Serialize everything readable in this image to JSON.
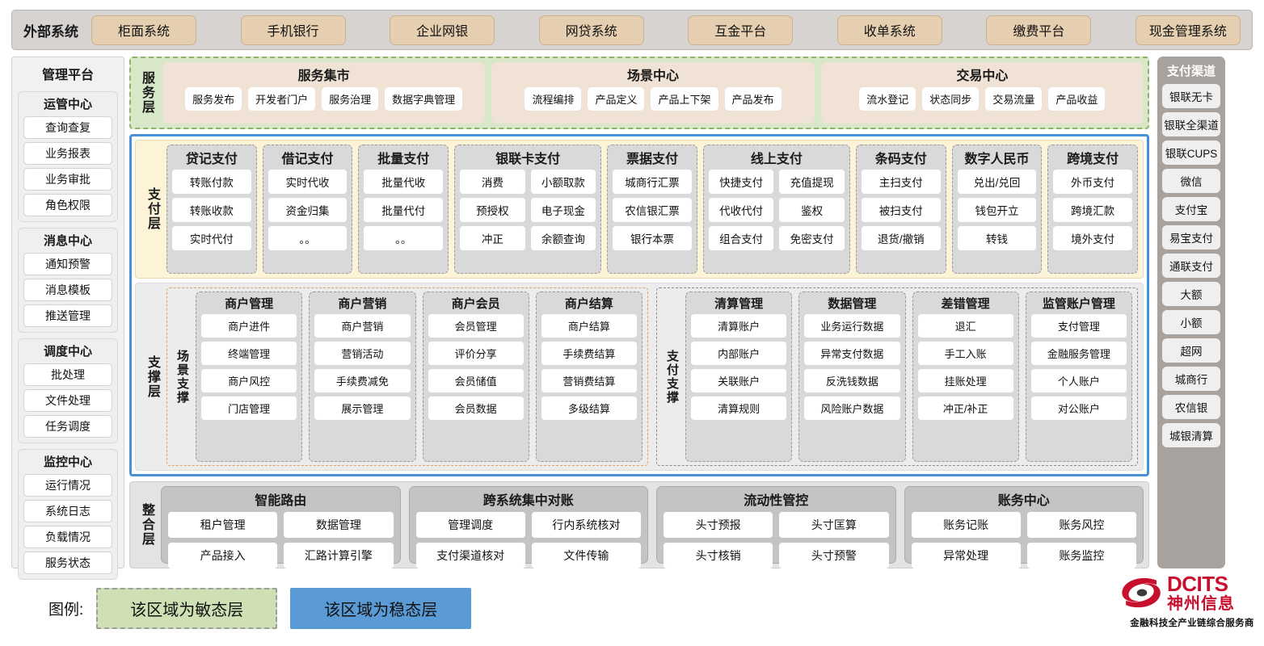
{
  "external": {
    "title": "外部系统",
    "items": [
      "柜面系统",
      "手机银行",
      "企业网银",
      "网贷系统",
      "互金平台",
      "收单系统",
      "缴费平台",
      "现金管理系统"
    ]
  },
  "management": {
    "title": "管理平台",
    "groups": [
      {
        "title": "运管中心",
        "items": [
          "查询查复",
          "业务报表",
          "业务审批",
          "角色权限"
        ]
      },
      {
        "title": "消息中心",
        "items": [
          "通知预警",
          "消息模板",
          "推送管理"
        ]
      },
      {
        "title": "调度中心",
        "items": [
          "批处理",
          "文件处理",
          "任务调度"
        ]
      },
      {
        "title": "监控中心",
        "items": [
          "运行情况",
          "系统日志",
          "负载情况",
          "服务状态"
        ]
      }
    ]
  },
  "service_layer": {
    "label": "服务层",
    "groups": [
      {
        "title": "服务集市",
        "items": [
          "服务发布",
          "开发者门户",
          "服务治理",
          "数据字典管理"
        ]
      },
      {
        "title": "场景中心",
        "items": [
          "流程编排",
          "产品定义",
          "产品上下架",
          "产品发布"
        ]
      },
      {
        "title": "交易中心",
        "items": [
          "流水登记",
          "状态同步",
          "交易流量",
          "产品收益"
        ]
      }
    ]
  },
  "payment_layer": {
    "label": "支付层",
    "columns": [
      {
        "title": "贷记支付",
        "width": 1,
        "rows": [
          [
            "转账付款"
          ],
          [
            "转账收款"
          ],
          [
            "实时代付"
          ]
        ]
      },
      {
        "title": "借记支付",
        "width": 1,
        "rows": [
          [
            "实时代收"
          ],
          [
            "资金归集"
          ],
          [
            "。。"
          ]
        ]
      },
      {
        "title": "批量支付",
        "width": 1,
        "rows": [
          [
            "批量代收"
          ],
          [
            "批量代付"
          ],
          [
            "。。"
          ]
        ]
      },
      {
        "title": "银联卡支付",
        "width": 2,
        "rows": [
          [
            "消费",
            "小额取款"
          ],
          [
            "预授权",
            "电子现金"
          ],
          [
            "冲正",
            "余额查询"
          ]
        ]
      },
      {
        "title": "票据支付",
        "width": 1,
        "rows": [
          [
            "城商行汇票"
          ],
          [
            "农信银汇票"
          ],
          [
            "银行本票"
          ]
        ]
      },
      {
        "title": "线上支付",
        "width": 2,
        "rows": [
          [
            "快捷支付",
            "充值提现"
          ],
          [
            "代收代付",
            "鉴权"
          ],
          [
            "组合支付",
            "免密支付"
          ]
        ]
      },
      {
        "title": "条码支付",
        "width": 1,
        "rows": [
          [
            "主扫支付"
          ],
          [
            "被扫支付"
          ],
          [
            "退货/撤销"
          ]
        ]
      },
      {
        "title": "数字人民币",
        "width": 1,
        "rows": [
          [
            "兑出/兑回"
          ],
          [
            "钱包开立"
          ],
          [
            "转钱"
          ]
        ]
      },
      {
        "title": "跨境支付",
        "width": 1,
        "rows": [
          [
            "外币支付"
          ],
          [
            "跨境汇款"
          ],
          [
            "境外支付"
          ]
        ]
      }
    ]
  },
  "support_layer": {
    "label": "支撑层",
    "scene": {
      "label": "场景支撑",
      "columns": [
        {
          "title": "商户管理",
          "items": [
            "商户进件",
            "终端管理",
            "商户风控",
            "门店管理"
          ]
        },
        {
          "title": "商户营销",
          "items": [
            "商户营销",
            "营销活动",
            "手续费减免",
            "展示管理"
          ]
        },
        {
          "title": "商户会员",
          "items": [
            "会员管理",
            "评价分享",
            "会员储值",
            "会员数据"
          ]
        },
        {
          "title": "商户结算",
          "items": [
            "商户结算",
            "手续费结算",
            "营销费结算",
            "多级结算"
          ]
        }
      ]
    },
    "paysup": {
      "label": "支付支撑",
      "columns": [
        {
          "title": "清算管理",
          "items": [
            "清算账户",
            "内部账户",
            "关联账户",
            "清算规则"
          ]
        },
        {
          "title": "数据管理",
          "items": [
            "业务运行数据",
            "异常支付数据",
            "反洗钱数据",
            "风险账户数据"
          ]
        },
        {
          "title": "差错管理",
          "items": [
            "退汇",
            "手工入账",
            "挂账处理",
            "冲正/补正"
          ]
        },
        {
          "title": "监管账户管理",
          "items": [
            "支付管理",
            "金融服务管理",
            "个人账户",
            "对公账户"
          ]
        }
      ]
    }
  },
  "integration_layer": {
    "label": "整合层",
    "cards": [
      {
        "title": "智能路由",
        "rows": [
          [
            "租户管理",
            "数据管理"
          ],
          [
            "产品接入",
            "汇路计算引擎"
          ]
        ]
      },
      {
        "title": "跨系统集中对账",
        "rows": [
          [
            "管理调度",
            "行内系统核对"
          ],
          [
            "支付渠道核对",
            "文件传输"
          ]
        ]
      },
      {
        "title": "流动性管控",
        "rows": [
          [
            "头寸预报",
            "头寸匡算"
          ],
          [
            "头寸核销",
            "头寸预警"
          ]
        ]
      },
      {
        "title": "账务中心",
        "rows": [
          [
            "账务记账",
            "账务风控"
          ],
          [
            "异常处理",
            "账务监控"
          ]
        ]
      }
    ]
  },
  "channels": {
    "title": "支付渠道",
    "items": [
      "银联无卡",
      "银联全渠道",
      "银联CUPS",
      "微信",
      "支付宝",
      "易宝支付",
      "通联支付",
      "大额",
      "小额",
      "超网",
      "城商行",
      "农信银",
      "城银清算"
    ]
  },
  "legend": {
    "label": "图例:",
    "agile": "该区域为敏态层",
    "stable": "该区域为稳态层",
    "agile_color": "#cfe0b4",
    "stable_color": "#5b9bd5"
  },
  "logo": {
    "en": "DCITS",
    "cn": "神州信息",
    "tagline": "金融科技全产业链综合服务商",
    "brand_color": "#c8102e"
  }
}
